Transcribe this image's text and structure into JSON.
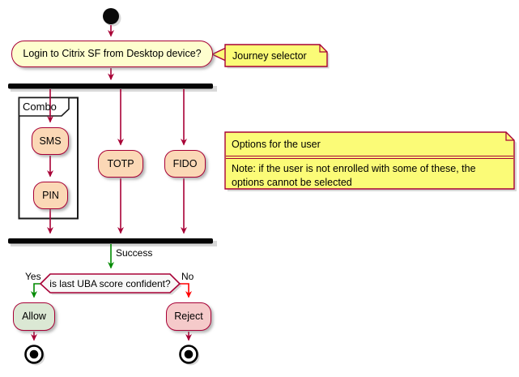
{
  "diagram_type": "activity-diagram",
  "nodes": {
    "login": {
      "label": "Login to Citrix SF from Desktop device?"
    },
    "sms": {
      "label": "SMS"
    },
    "totp": {
      "label": "TOTP"
    },
    "fido": {
      "label": "FIDO"
    },
    "pin": {
      "label": "PIN"
    },
    "decision": {
      "label": "is last UBA score confident?"
    },
    "allow": {
      "label": "Allow"
    },
    "reject": {
      "label": "Reject"
    }
  },
  "partition": {
    "label": "Combo"
  },
  "edge_labels": {
    "success": "Success",
    "yes": "Yes",
    "no": "No"
  },
  "notes": {
    "journey": {
      "text": "Journey selector"
    },
    "options": {
      "title": "Options for the user",
      "body": "Note: if the user is not enrolled with some of these, the options cannot be selected"
    }
  },
  "colors": {
    "edge": "#A80036",
    "activity_fill": "#FEFECE",
    "option_fill": "#FBD8B6",
    "allow_fill": "#DBE8D4",
    "reject_fill": "#F5CACA",
    "note_fill": "#FBFB77",
    "decision_fill": "#F8F8F8",
    "success_edge": "#008A00",
    "reject_edge": "#FF0000",
    "bar_fill": "#050505"
  }
}
